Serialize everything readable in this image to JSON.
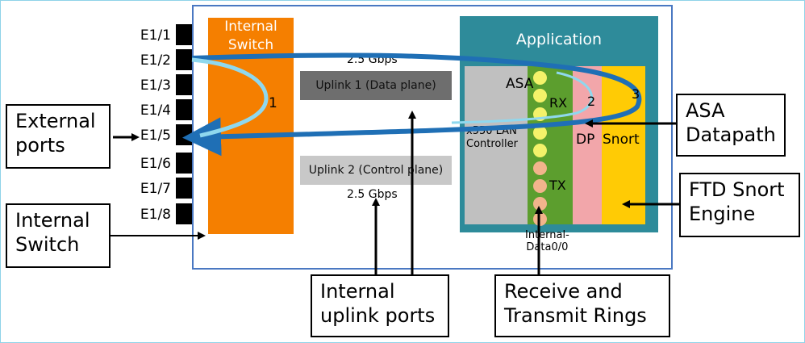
{
  "ports": [
    "E1/1",
    "E1/2",
    "E1/3",
    "E1/4",
    "E1/5",
    "E1/6",
    "E1/7",
    "E1/8"
  ],
  "internal_switch": {
    "title_line1": "Internal",
    "title_line2": "Switch",
    "path_number": "1"
  },
  "uplinks": {
    "uplink1_label": "Uplink 1 (Data plane)",
    "uplink1_speed": "2.5 Gbps",
    "uplink2_label": "Uplink 2 (Control plane)",
    "uplink2_speed": "2.5 Gbps"
  },
  "application": {
    "title": "Application",
    "asa_label": "ASA",
    "lan_line1": "x550 LAN",
    "lan_line2": "Controller",
    "rx_label": "RX",
    "tx_label": "TX",
    "dp_label": "DP",
    "dp_number": "2",
    "snort_label": "Snort",
    "snort_number": "3",
    "interface_line1": "Internal-",
    "interface_line2": "Data0/0"
  },
  "callouts": {
    "external_ports": [
      "External",
      "ports"
    ],
    "internal_switch": [
      "Internal",
      "Switch"
    ],
    "internal_uplink_ports": [
      "Internal",
      "uplink ports"
    ],
    "receive_transmit_rings": [
      "Receive and",
      "Transmit Rings"
    ],
    "asa_datapath": [
      "ASA",
      "Datapath"
    ],
    "ftd_snort_engine": [
      "FTD Snort",
      "Engine"
    ]
  },
  "colors": {
    "switch": "#f57f00",
    "app": "#2e8b9a",
    "flow_outer": "#1f6fb5",
    "flow_inner": "#8fd8ee",
    "chassis_border": "#4a78c2"
  }
}
